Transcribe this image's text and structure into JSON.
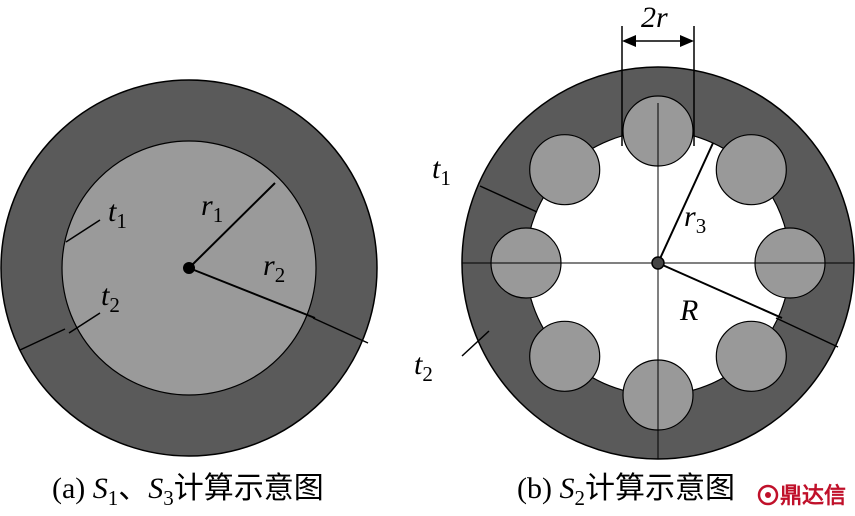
{
  "figure_a": {
    "label_t1": "t",
    "label_t1_sub": "1",
    "label_t2": "t",
    "label_t2_sub": "2",
    "label_r1": "r",
    "label_r1_sub": "1",
    "label_r2": "r",
    "label_r2_sub": "2",
    "caption": {
      "open": "(a) ",
      "s1": "S",
      "s1_sub": "1",
      "sep": "、",
      "s3": "S",
      "s3_sub": "3",
      "text": "计算示意图"
    }
  },
  "figure_b": {
    "label_2r": "2r",
    "label_t1": "t",
    "label_t1_sub": "1",
    "label_t2": "t",
    "label_t2_sub": "2",
    "label_r3": "r",
    "label_r3_sub": "3",
    "label_R": "R",
    "small_circle_count": 8,
    "caption": {
      "open": "(b) ",
      "s2": "S",
      "s2_sub": "2",
      "text": "计算示意图"
    }
  },
  "watermark": {
    "text": "鼎达信"
  },
  "colors": {
    "outer_ring": "#5a5a5a",
    "inner_disc": "#9a9a9a",
    "small_circle": "#999999",
    "hole": "#ffffff",
    "line": "#000000"
  }
}
